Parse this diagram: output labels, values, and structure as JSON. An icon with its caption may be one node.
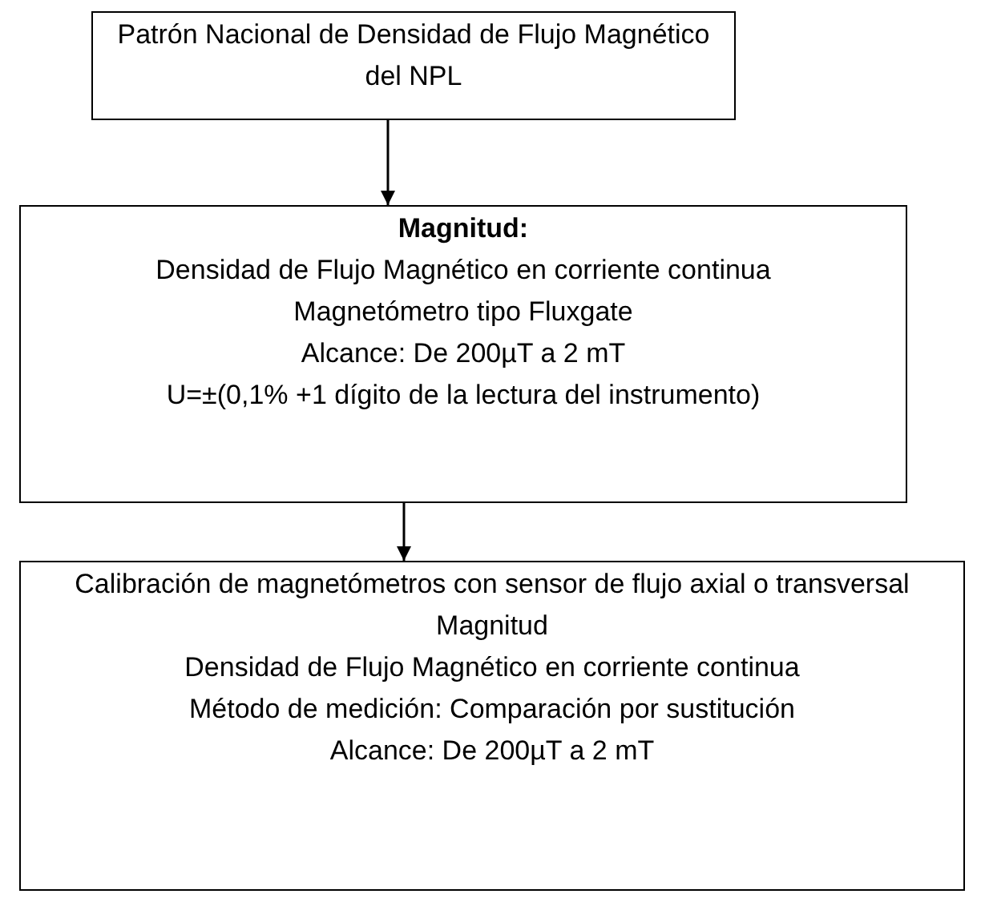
{
  "diagram": {
    "nodes": [
      {
        "text": [
          "Patrón Nacional de Densidad de Flujo Magnético del NPL"
        ]
      },
      {
        "text": [
          "Magnitud:",
          "Densidad de Flujo Magnético en corriente continua",
          "Magnetómetro tipo Fluxgate",
          "Alcance: De 200µT a 2 mT",
          "U=±(0,1% +1 dígito de la lectura del instrumento)"
        ]
      },
      {
        "text": [
          "Calibración de magnetómetros con sensor de flujo axial o transversal",
          "Magnitud",
          "Densidad de Flujo Magnético en corriente continua",
          "Método de medición: Comparación por sustitución",
          "Alcance: De 200µT a 2 mT"
        ]
      }
    ],
    "edges": [
      {
        "from": 0,
        "to": 1,
        "arrow": "to"
      },
      {
        "from": 1,
        "to": 2,
        "arrow": "to"
      }
    ]
  }
}
